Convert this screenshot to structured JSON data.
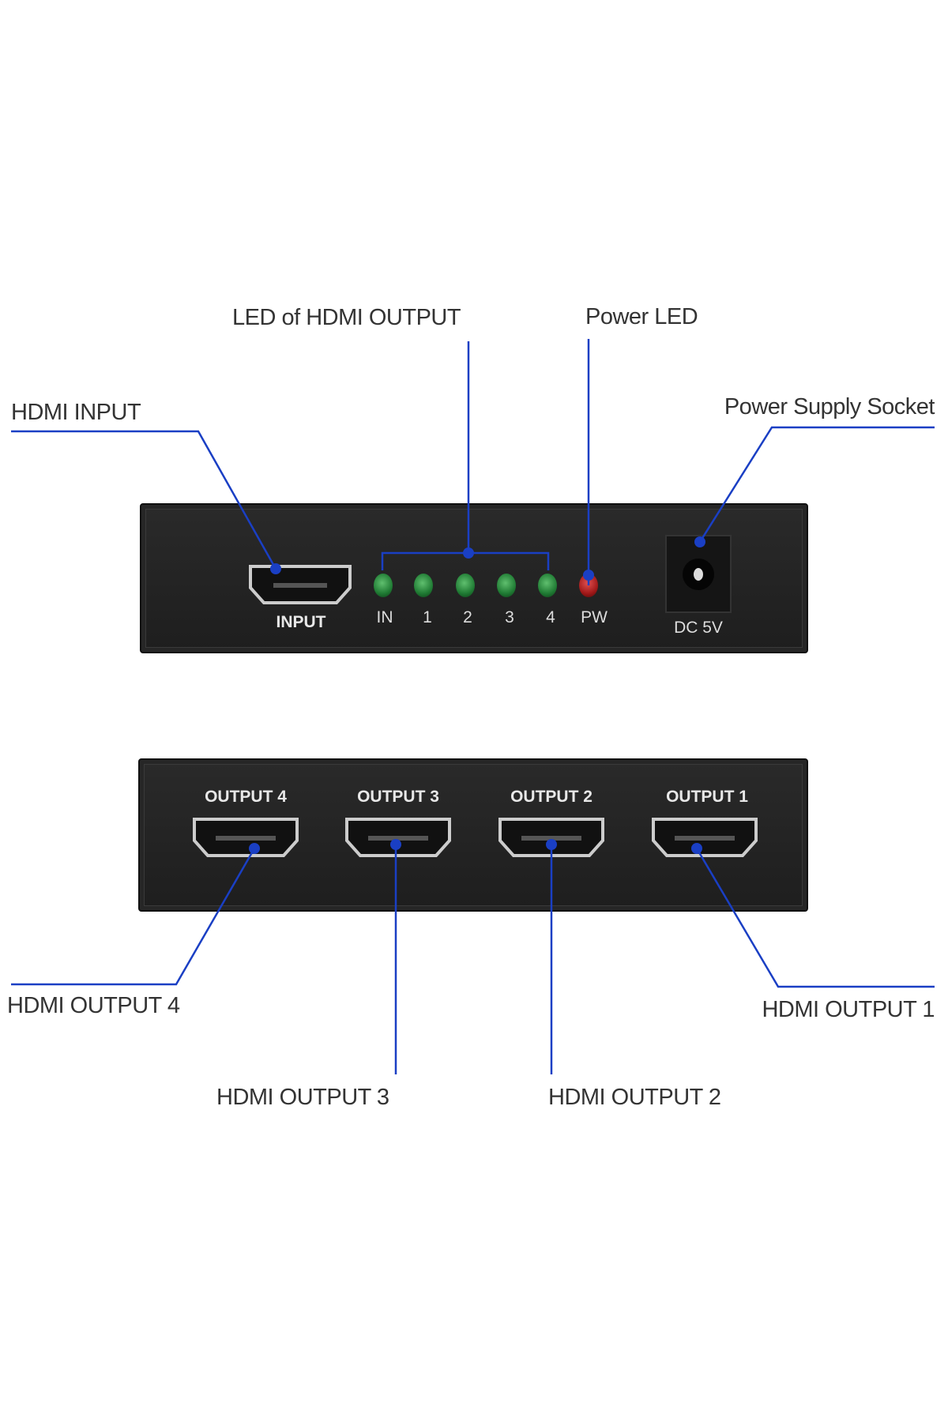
{
  "callouts": {
    "led_output": "LED of HDMI OUTPUT",
    "power_led": "Power LED",
    "hdmi_input": "HDMI INPUT",
    "power_socket": "Power Supply Socket",
    "hdmi_output_4": "HDMI OUTPUT 4",
    "hdmi_output_3": "HDMI OUTPUT 3",
    "hdmi_output_2": "HDMI OUTPUT 2",
    "hdmi_output_1": "HDMI OUTPUT 1"
  },
  "front_panel": {
    "input_label": "INPUT",
    "leds": [
      {
        "label": "IN",
        "color": "green"
      },
      {
        "label": "1",
        "color": "green"
      },
      {
        "label": "2",
        "color": "green"
      },
      {
        "label": "3",
        "color": "green"
      },
      {
        "label": "4",
        "color": "green"
      },
      {
        "label": "PW",
        "color": "red"
      }
    ],
    "dc_label": "DC 5V"
  },
  "back_panel": {
    "outputs": [
      "OUTPUT 4",
      "OUTPUT 3",
      "OUTPUT 2",
      "OUTPUT 1"
    ]
  },
  "colors": {
    "callout_line": "#1a3fc4",
    "device": "#232323"
  }
}
